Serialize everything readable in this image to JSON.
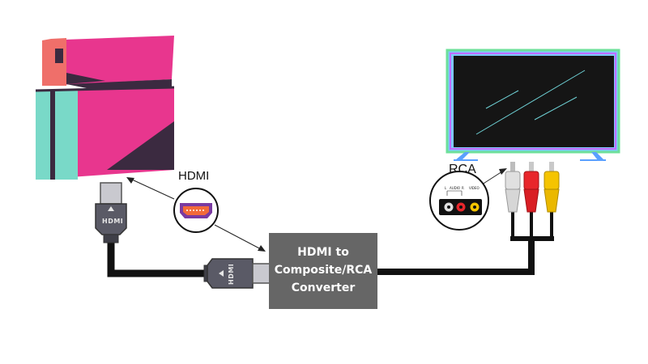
{
  "labels": {
    "hdmi_port": "HDMI",
    "rca": "RCA",
    "converter_line1": "HDMI to",
    "converter_line2": "Composite/RCA",
    "converter_line3": "Converter",
    "plug_text": "HDMI"
  },
  "rca_panel": {
    "l": "L",
    "audio": "AUDIO",
    "r": "R",
    "video": "VIDEO"
  },
  "colors": {
    "console_pink": "#e8368e",
    "console_teal": "#79d9c8",
    "console_salmon": "#ef6f6a",
    "console_dark": "#3b2a40",
    "converter_box": "#666666",
    "cable": "#111111",
    "plug_body": "#5a5a66",
    "plug_tip": "#c9c9cf",
    "rca_white": "#e0e0e0",
    "rca_red": "#e8262b",
    "rca_yellow": "#f5c400",
    "port_purple": "#7a3aa1",
    "port_orange": "#f26a3a",
    "tv_screen": "#151515",
    "tv_glow_green": "#6de09a",
    "tv_glow_blue": "#5aa0ff",
    "tv_glow_purple": "#c06bff"
  }
}
